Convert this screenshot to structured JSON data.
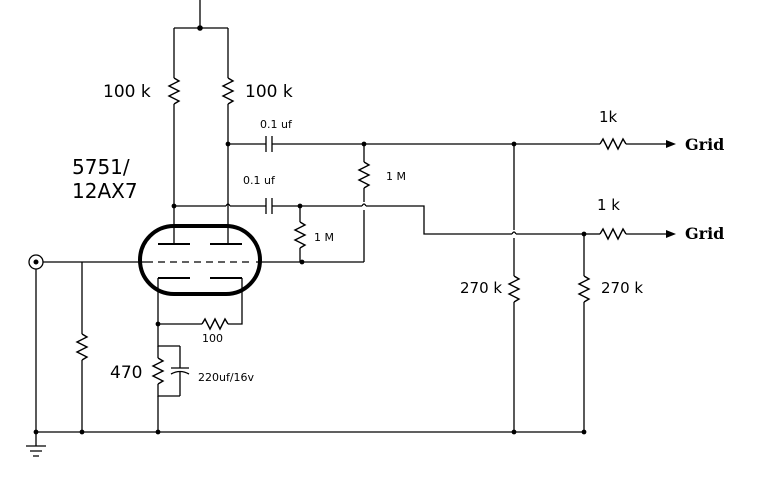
{
  "tube": {
    "line1": "5751/",
    "line2": "12AX7"
  },
  "labels": {
    "r_plate_left": "100 k",
    "r_plate_right": "100 k",
    "c_top": "0.1 uf",
    "c_bottom": "0.1 uf",
    "r_grid_top": "1 M",
    "r_grid_bottom": "1 M",
    "r_cathode_link": "100",
    "r_cathode": "470",
    "c_cathode": "220uf/16v",
    "r_series_top": "1k",
    "r_series_bottom": "1 k",
    "r_shunt_left": "270 k",
    "r_shunt_right": "270 k",
    "out_top": "Grid",
    "out_bottom": "Grid"
  }
}
